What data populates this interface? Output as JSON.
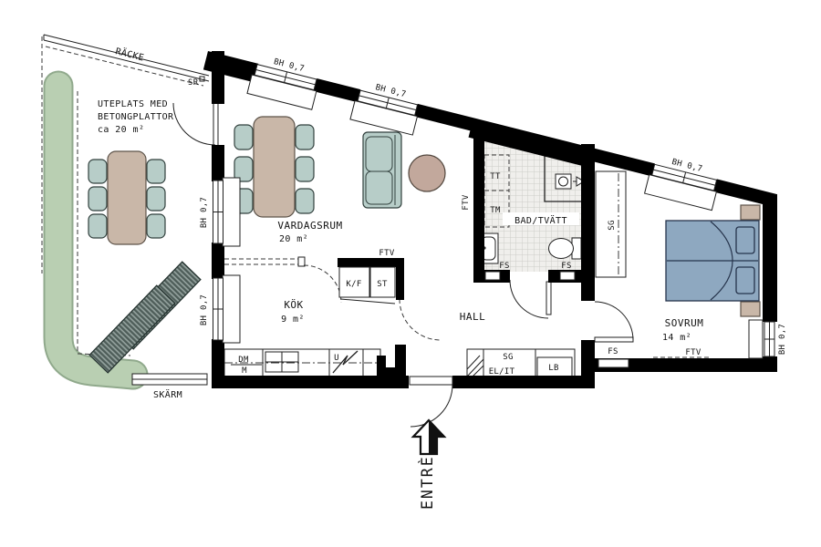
{
  "plan": {
    "outdoor": {
      "railing": "RÄCKE",
      "sr": "SR",
      "patio_line1": "UTEPLATS MED",
      "patio_line2": "BETONGPLATTOR",
      "patio_line3": "ca 20 m²",
      "screen": "SKÄRM"
    },
    "rooms": {
      "living": {
        "name": "VARDAGSRUM",
        "area": "20 m²"
      },
      "kitchen": {
        "name": "KÖK",
        "area": "9 m²"
      },
      "hall": {
        "name": "HALL"
      },
      "bath": {
        "name": "BAD/TVÄTT"
      },
      "bedroom": {
        "name": "SOVRUM",
        "area": "14 m²"
      }
    },
    "fixtures": {
      "kf": "K/F",
      "st": "ST",
      "dm": "DM",
      "m": "M",
      "u": "U",
      "tt": "TT",
      "tm": "TM",
      "sg": "SG",
      "elit": "EL/IT",
      "lb": "LB"
    },
    "annotations": {
      "bh": "BH 0,7",
      "ftv": "FTV",
      "fs": "FS",
      "entrance": "ENTRÈ"
    },
    "icons": {
      "entrance_arrow": "up-arrow",
      "shower": "shower-head"
    },
    "colors": {
      "wall": "#000000",
      "hedge": "#b9cfb2",
      "hedge_edge": "#90a98c",
      "wood": "#c9b7a8",
      "rug": "#c2a89c",
      "seat": "#b7cdc8",
      "bed": "#8ea8c0",
      "tile": "#f0efec"
    }
  }
}
